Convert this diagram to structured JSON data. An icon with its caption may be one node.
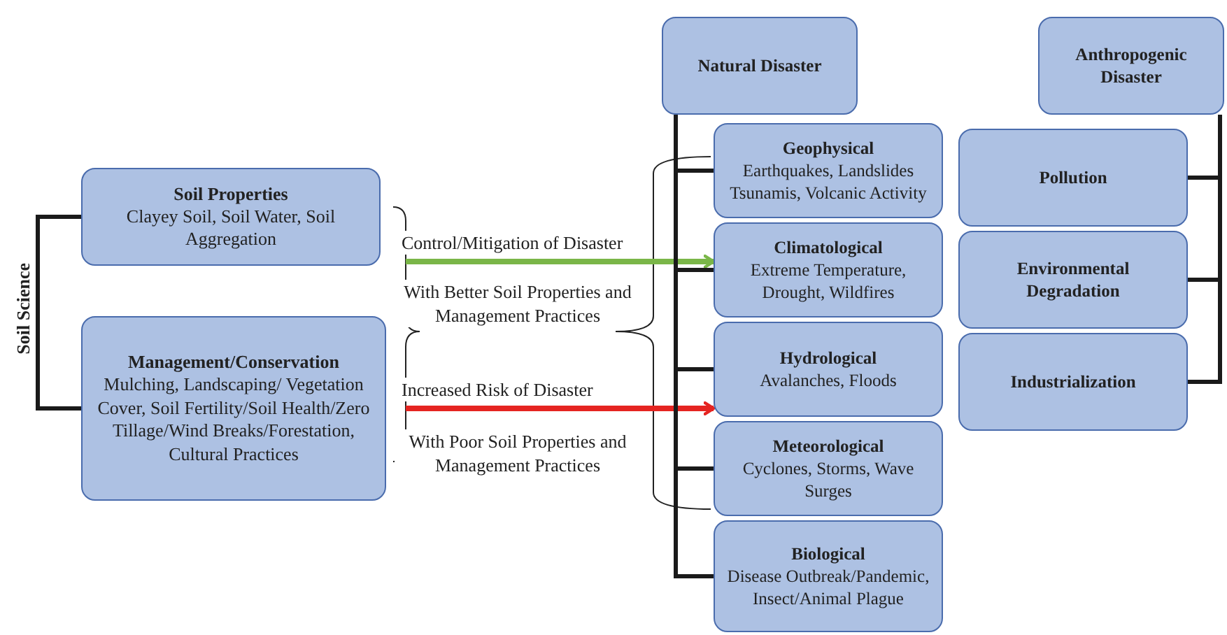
{
  "diagram": {
    "nodes": [
      {
        "text": [
          "Soil Science"
        ]
      },
      {
        "text": [
          "Soil Properties",
          "Clayey Soil, Soil Water, Soil Aggregation"
        ]
      },
      {
        "text": [
          "Management/Conservation",
          "Mulching, Landscaping/ Vegetation Cover, Soil Fertility/Soil Health/Zero Tillage/Wind Breaks/Forestation, Cultural Practices"
        ]
      },
      {
        "text": [
          "Natural Disaster"
        ]
      },
      {
        "text": [
          "Geophysical",
          "Earthquakes, Landslides Tsunamis, Volcanic Activity"
        ]
      },
      {
        "text": [
          "Climatological",
          "Extreme Temperature, Drought, Wildfires"
        ]
      },
      {
        "text": [
          "Hydrological",
          "Avalanches, Floods"
        ]
      },
      {
        "text": [
          "Meteorological",
          "Cyclones, Storms, Wave Surges"
        ]
      },
      {
        "text": [
          "Biological",
          "Disease Outbreak/Pandemic, Insect/Animal Plague"
        ]
      },
      {
        "text": [
          "Anthropogenic Disaster"
        ]
      },
      {
        "text": [
          "Pollution"
        ]
      },
      {
        "text": [
          "Environmental Degradation"
        ]
      },
      {
        "text": [
          "Industrialization"
        ]
      }
    ],
    "edges": [
      {
        "from": 0,
        "to": 1,
        "arrow": "none"
      },
      {
        "from": 0,
        "to": 2,
        "arrow": "none"
      },
      {
        "from": null,
        "to": 5,
        "arrow": "to",
        "label": "Control/Mitigation of Disaster",
        "color": "#7ab648"
      },
      {
        "from": null,
        "to": 6,
        "arrow": "to",
        "label": "Increased Risk of Disaster",
        "color": "#e52421"
      },
      {
        "from": 3,
        "to": 4,
        "arrow": "none"
      },
      {
        "from": 3,
        "to": 5,
        "arrow": "none"
      },
      {
        "from": 3,
        "to": 6,
        "arrow": "none"
      },
      {
        "from": 3,
        "to": 7,
        "arrow": "none"
      },
      {
        "from": 3,
        "to": 8,
        "arrow": "none"
      },
      {
        "from": 9,
        "to": 10,
        "arrow": "none"
      },
      {
        "from": 9,
        "to": 11,
        "arrow": "none"
      },
      {
        "from": 9,
        "to": 12,
        "arrow": "none"
      }
    ],
    "labels": [
      "With Better Soil Properties and Management Practices",
      "With Poor Soil Properties and Management Practices"
    ]
  }
}
